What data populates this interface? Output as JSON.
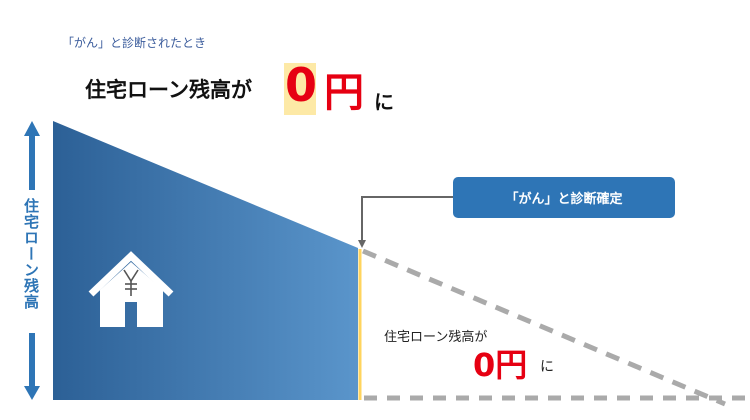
{
  "header": {
    "subtitle": "「がん」と診断されたとき",
    "title_prefix": "住宅ローン残高が",
    "title_zero": "0",
    "title_yen": "円",
    "title_suffix": "に"
  },
  "axis_label": "住宅ローン残高",
  "callout": {
    "label": "「がん」と診断確定"
  },
  "result": {
    "prefix": "住宅ローン残高が",
    "amount": "0円",
    "suffix": "に"
  },
  "house_icon_symbol": "¥",
  "colors": {
    "accent": "#2e75b6",
    "highlight": "#fde9a6",
    "red": "#e60012",
    "marker": "#ffd45e",
    "dash": "#aaaaaa"
  }
}
